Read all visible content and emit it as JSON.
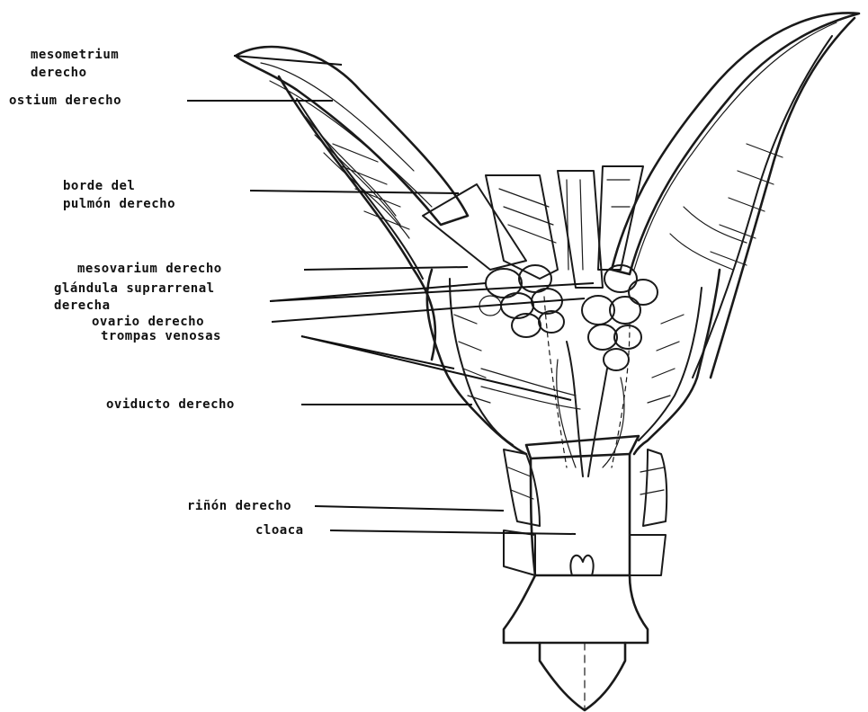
{
  "labels": {
    "mesometrium_line1": "mesometrium",
    "mesometrium_line2": "derecho",
    "ostium": "ostium derecho",
    "borde_line1": "borde del",
    "borde_line2": "pulmón derecho",
    "mesovarium": "mesovarium derecho",
    "glandula_line1": "glándula suprarrenal",
    "glandula_line2": "derecha",
    "ovario": "ovario derecho",
    "trompas": "trompas venosas",
    "oviducto": "oviducto derecho",
    "rinon": "riñón derecho",
    "cloaca": "cloaca"
  }
}
